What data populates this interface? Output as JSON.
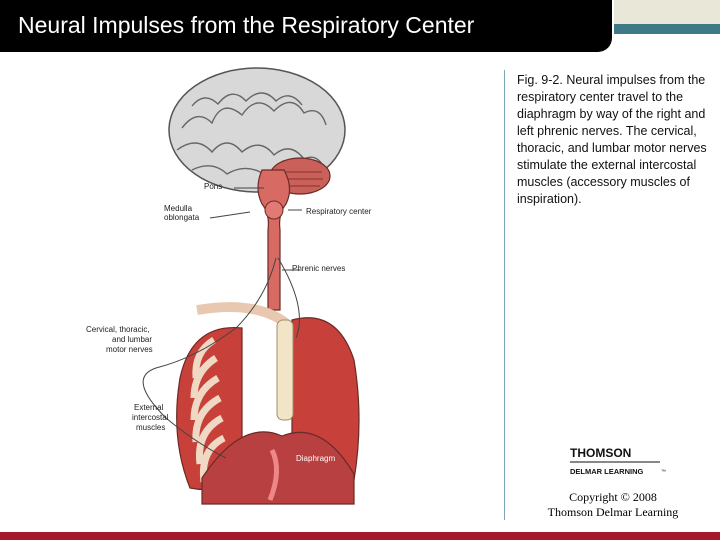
{
  "slide": {
    "title": "Neural Impulses from the Respiratory Center",
    "caption": "Fig. 9-2. Neural impulses from the respiratory center travel to the diaphragm by way of the right and left phrenic nerves. The cervical, thoracic, and lumbar motor nerves stimulate the external intercostal muscles (accessory muscles of inspiration).",
    "copyright_line1": "Copyright © 2008",
    "copyright_line2": "Thomson Delmar Learning"
  },
  "logo": {
    "brand": "THOMSON",
    "sub": "DELMAR LEARNING",
    "tm": "™"
  },
  "figure": {
    "labels": {
      "pons": "Pons",
      "medulla_1": "Medulla",
      "medulla_2": "oblongata",
      "respiratory_center": "Respiratory center",
      "phrenic_nerves": "Phrenic nerves",
      "cervical_1": "Cervical, thoracic,",
      "cervical_2": "and lumbar",
      "cervical_3": "motor nerves",
      "external_1": "External",
      "external_2": "intercostal",
      "external_3": "muscles",
      "diaphragm": "Diaphragm"
    }
  },
  "colors": {
    "title_bar": "#000000",
    "accent_band": "#3e7a86",
    "bottom_bar": "#a31a2c"
  }
}
